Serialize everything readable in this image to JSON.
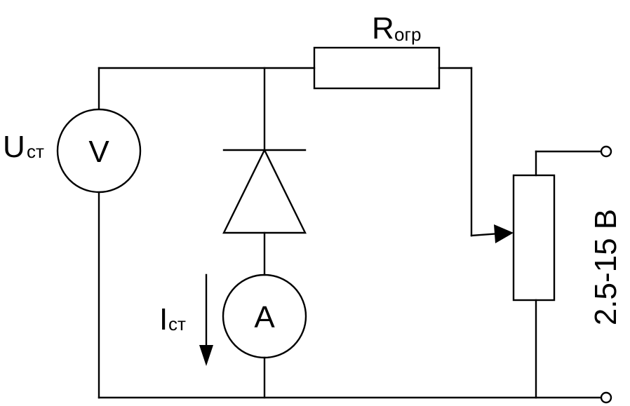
{
  "labels": {
    "voltage_main": "U",
    "voltage_sub": "ст",
    "current_main": "I",
    "current_sub": "ст",
    "resistor_main": "R",
    "resistor_sub": "огр",
    "voltmeter": "V",
    "ammeter": "A",
    "supply_range": "2.5-15 В"
  },
  "colors": {
    "stroke": "#000000",
    "background": "#ffffff"
  }
}
